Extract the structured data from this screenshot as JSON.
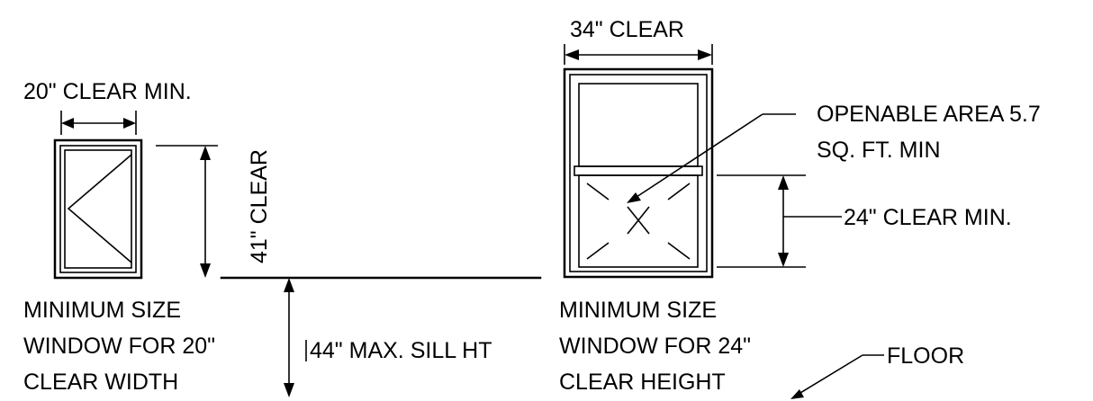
{
  "labels": {
    "width_20": "20\" CLEAR MIN.",
    "height_41": "41\" CLEAR",
    "sill": "44\" MAX. SILL HT",
    "width_34": "34\" CLEAR",
    "openable_line1": "OPENABLE AREA 5.7",
    "openable_line2": "SQ. FT. MIN",
    "height_24": "24\" CLEAR MIN.",
    "floor": "FLOOR"
  },
  "captions": {
    "left": [
      "MINIMUM SIZE",
      "WINDOW FOR 20\"",
      "CLEAR WIDTH"
    ],
    "right": [
      "MINIMUM SIZE",
      "WINDOW FOR 24\"",
      "CLEAR HEIGHT"
    ]
  }
}
